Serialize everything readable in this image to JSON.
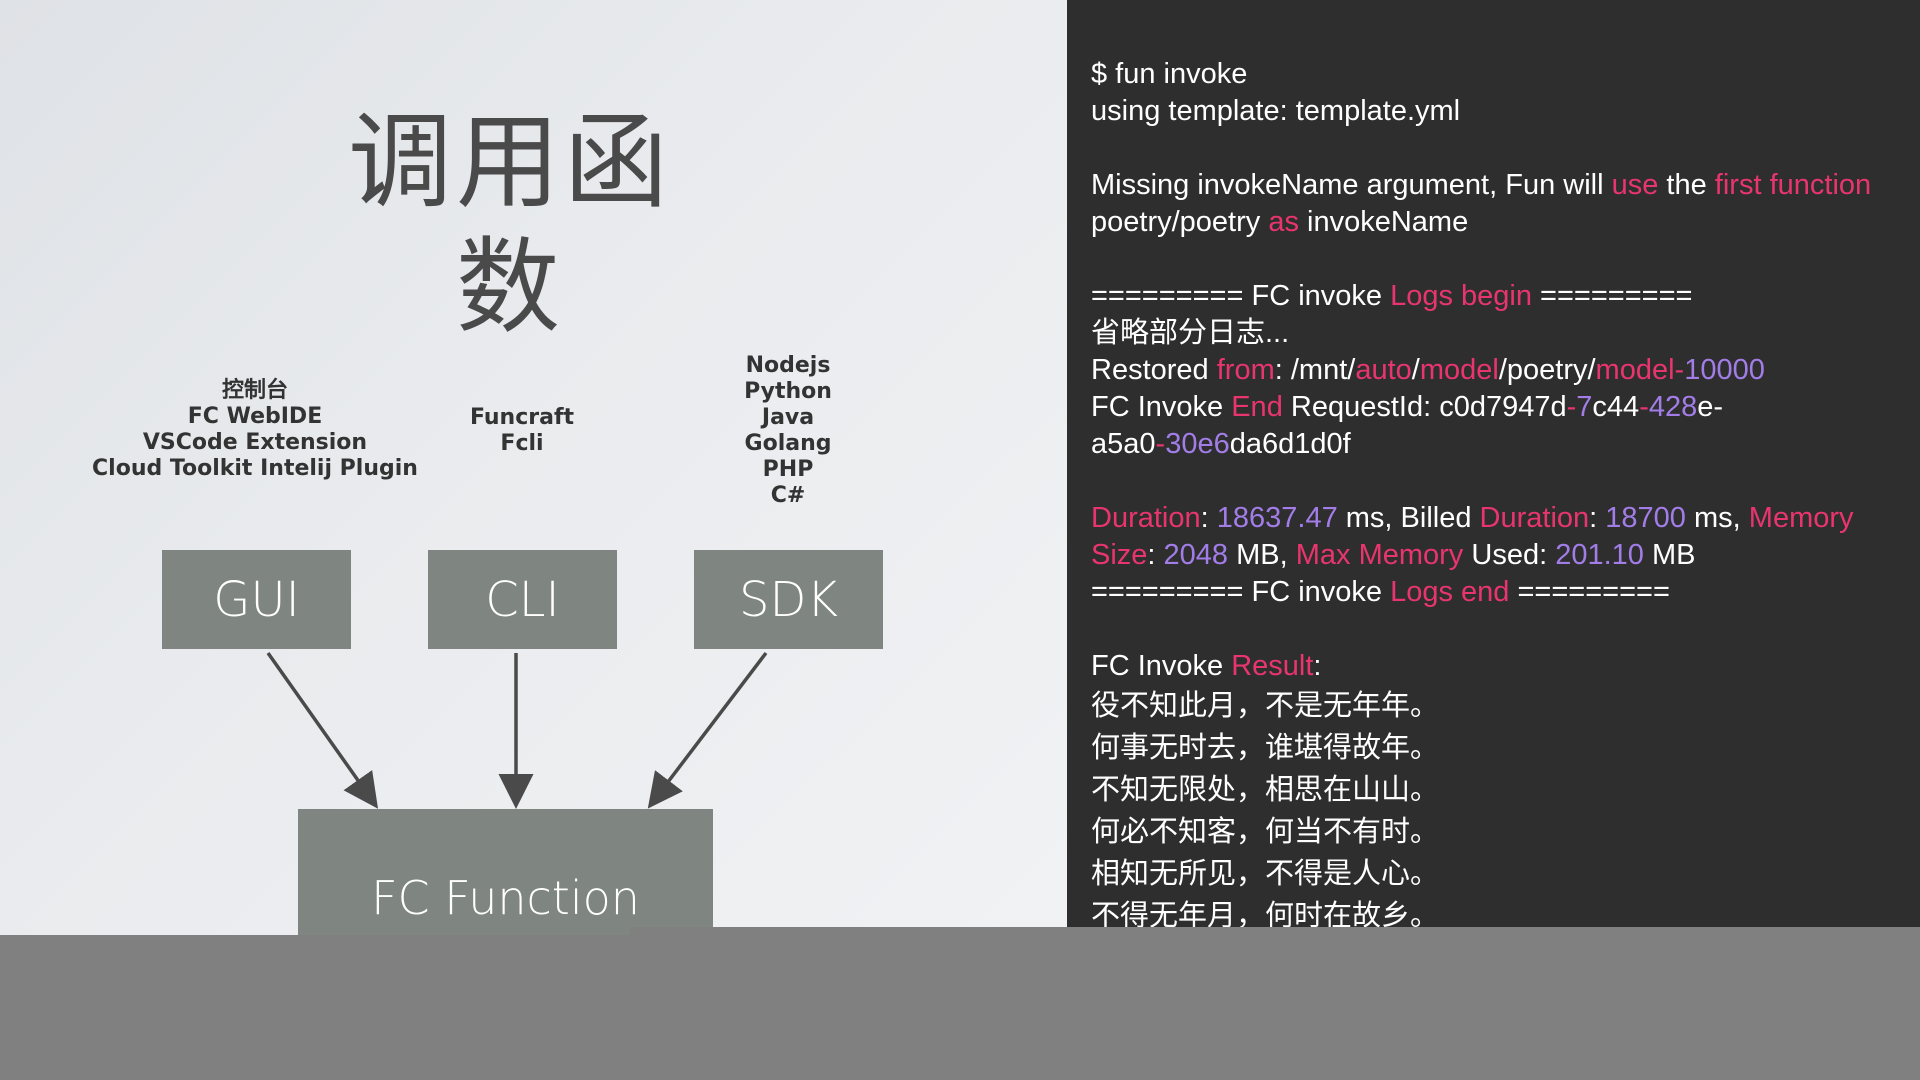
{
  "slide": {
    "title": "调用函数",
    "clients": {
      "gui": {
        "label_lines": [
          "控制台",
          "FC WebIDE",
          "VSCode Extension",
          "Cloud Toolkit Intelij Plugin"
        ],
        "box": "GUI"
      },
      "cli": {
        "label_lines": [
          "Funcraft",
          "Fcli"
        ],
        "box": "CLI"
      },
      "sdk": {
        "label_lines": [
          "Nodejs",
          "Python",
          "Java",
          "Golang",
          "PHP",
          "C#"
        ],
        "box": "SDK"
      }
    },
    "target_box": "FC Function"
  },
  "colors": {
    "terminal_bg": "#2e2e2e",
    "keyword": "#e8356f",
    "number": "#a27de8",
    "box": "#7f8580"
  },
  "terminal": {
    "l1": "$ fun invoke",
    "l2": "using template: template.yml",
    "l3": {
      "a": "Missing invokeName argument, Fun will ",
      "b": "use",
      "c": " the ",
      "d": "first function"
    },
    "l4": {
      "a": "poetry/poetry ",
      "b": "as",
      "c": " invokeName"
    },
    "l5": {
      "a": "========= FC invoke ",
      "b": "Logs begin",
      "c": " ========="
    },
    "l6": "省略部分日志...",
    "l7": {
      "a": "Restored ",
      "b": "from",
      "c": ": /mnt/",
      "d": "auto",
      "e": "/",
      "f": "model",
      "g": "/poetry/",
      "h": "model",
      "i": "-",
      "j": "10000"
    },
    "l8": {
      "a": "FC Invoke ",
      "b": "End",
      "c": " RequestId: c0d7947d",
      "d": "-",
      "e": "7",
      "f": "c44",
      "g": "-",
      "h": "428",
      "i": "e-"
    },
    "l9": {
      "a": "a5a0",
      "b": "-",
      "c": "30e6",
      "d": "da6d1d0f"
    },
    "l10": {
      "a": "Duration",
      "b": ": ",
      "c": "18637.47",
      "d": " ms, Billed ",
      "e": "Duration",
      "f": ": ",
      "g": "18700",
      "h": " ms, ",
      "i": "Memory"
    },
    "l11": {
      "a": "Size",
      "b": ": ",
      "c": "2048",
      "d": " MB, ",
      "e": "Max Memory",
      "f": " Used: ",
      "g": "201.10",
      "h": " MB"
    },
    "l12": {
      "a": "========= FC invoke ",
      "b": "Logs end",
      "c": " ========="
    },
    "l13": {
      "a": "FC Invoke ",
      "b": "Result",
      "c": ":"
    },
    "poem": [
      "役不知此月，不是无年年。",
      "何事无时去，谁堪得故年。",
      "不知无限处，相思在山山。",
      "何必不知客，何当不有时。",
      "相知无所见，不得是人心。",
      "不得无年月，何时在故乡。"
    ]
  }
}
